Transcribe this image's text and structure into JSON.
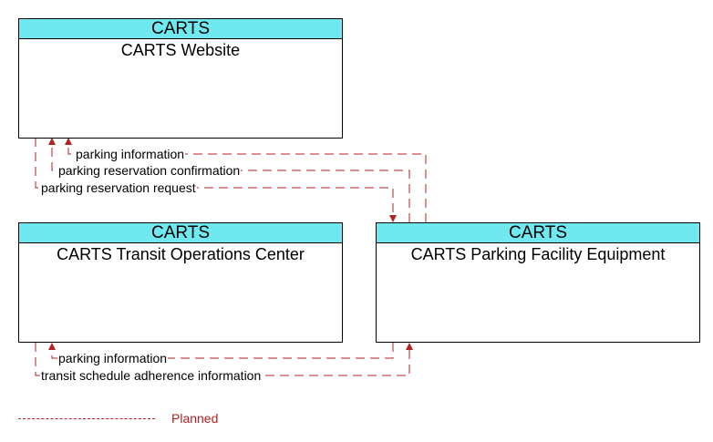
{
  "nodes": {
    "website": {
      "org": "CARTS",
      "name": "CARTS Website"
    },
    "transit": {
      "org": "CARTS",
      "name": "CARTS Transit Operations Center"
    },
    "parking": {
      "org": "CARTS",
      "name": "CARTS Parking Facility Equipment"
    }
  },
  "flows": {
    "p_to_w_info": "parking information",
    "p_to_w_confirm": "parking reservation confirmation",
    "w_to_p_request": "parking reservation request",
    "p_to_t_info": "parking information",
    "t_to_p_schedule": "transit schedule adherence information"
  },
  "legend": {
    "planned": "Planned"
  },
  "colors": {
    "header": "#6fe8ef",
    "flow": "#b22222"
  }
}
